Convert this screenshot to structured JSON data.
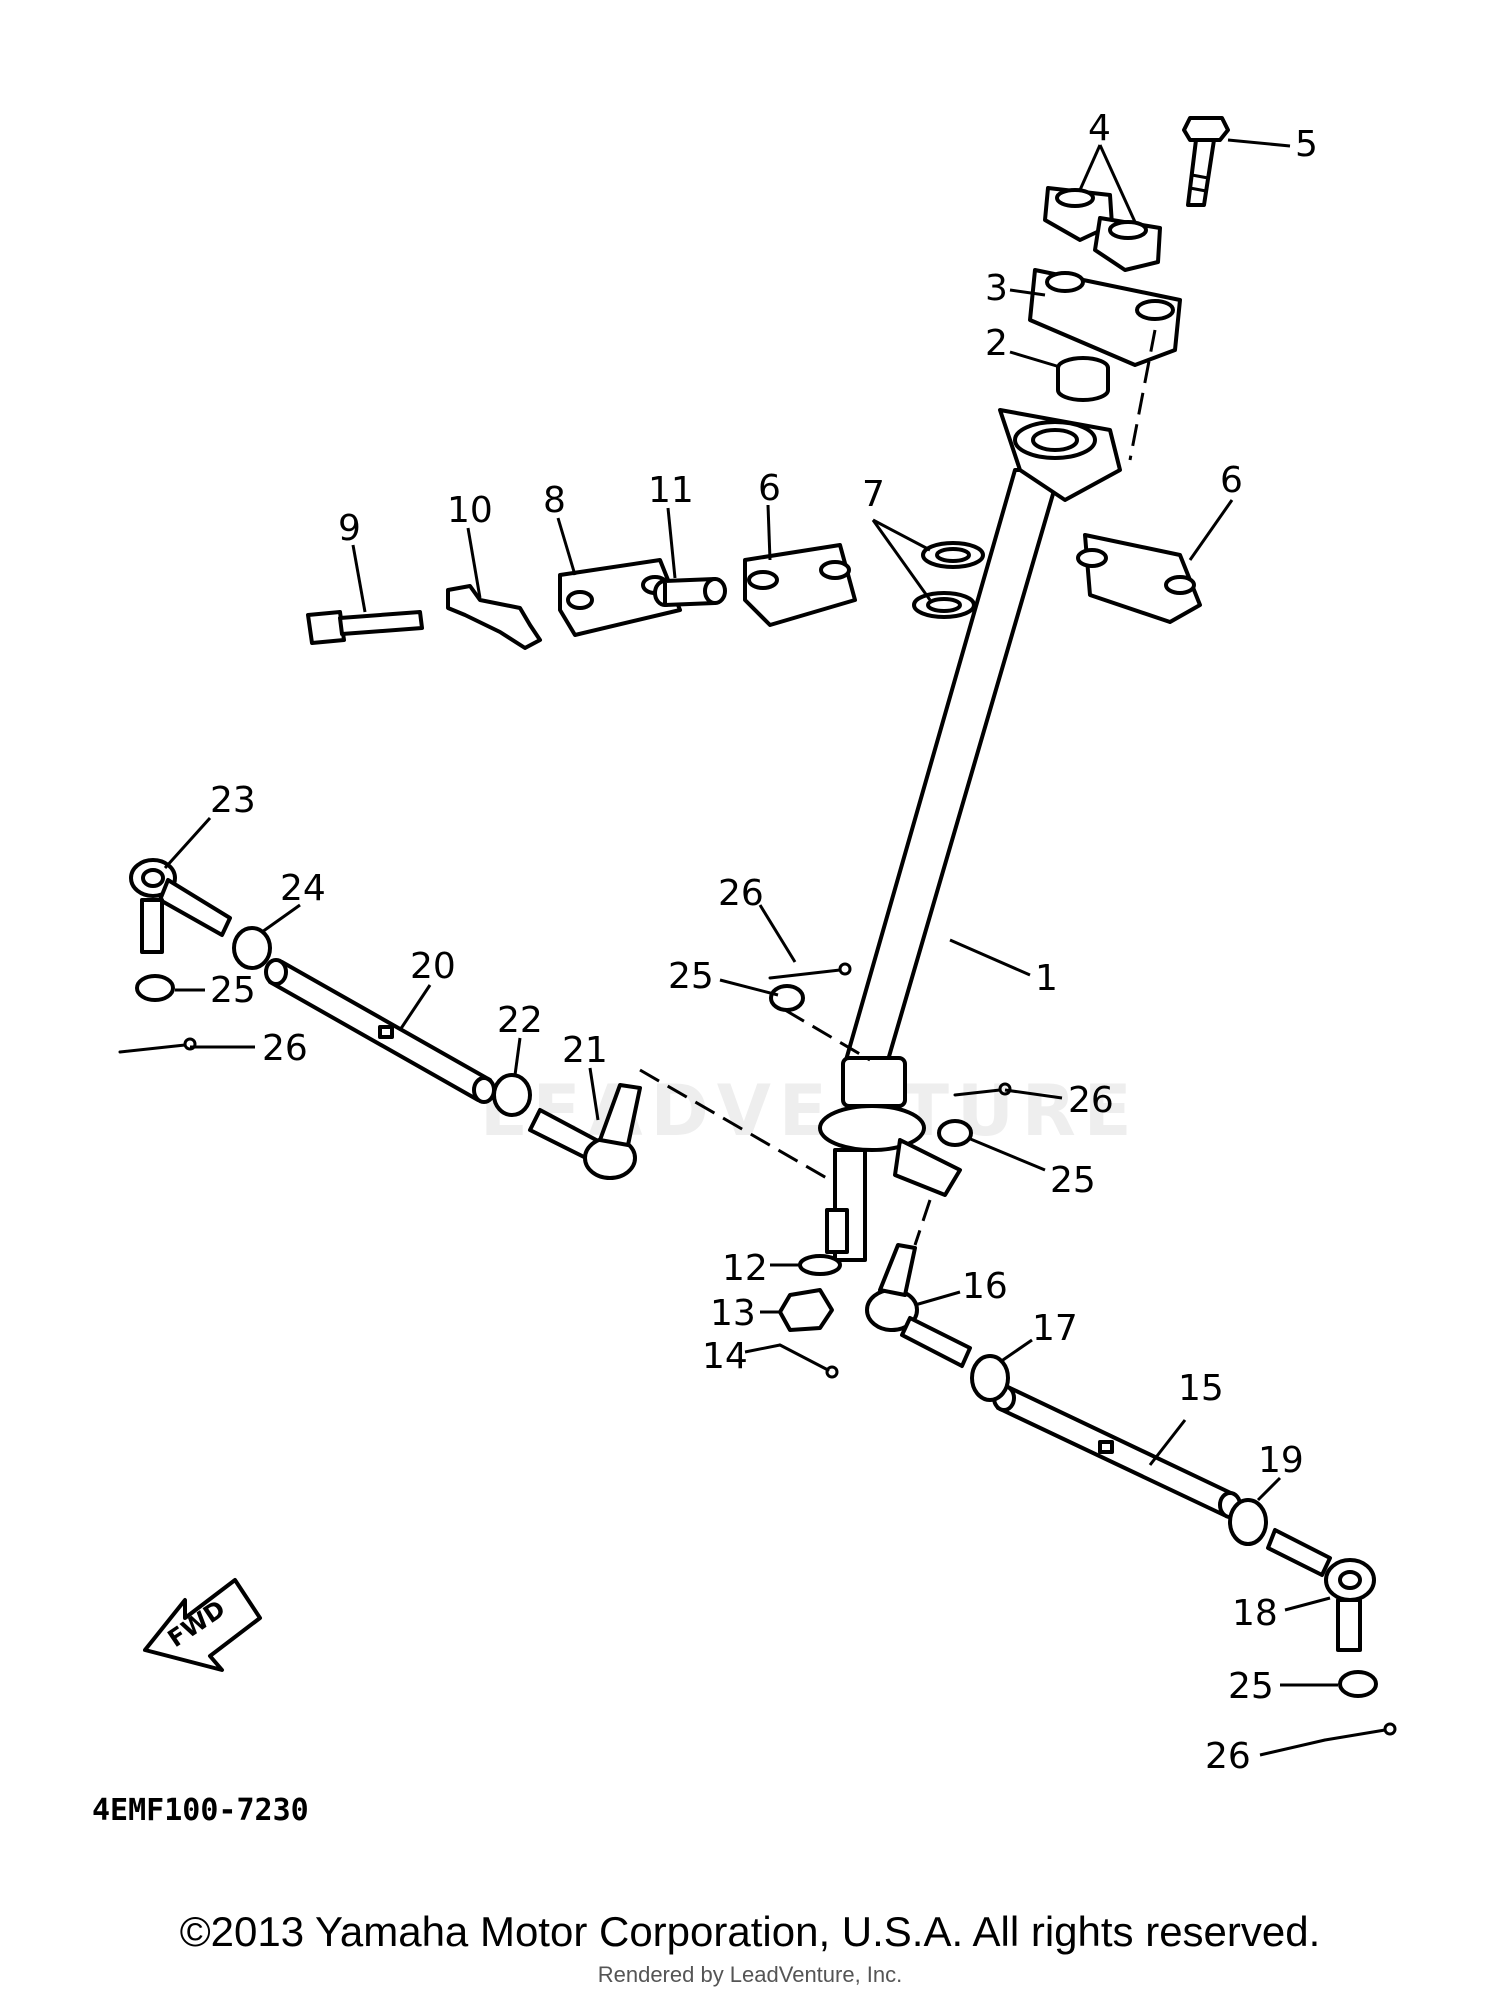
{
  "diagram": {
    "watermark": "LEADVENTURE",
    "part_code": "4EMF100-7230",
    "fwd_label": "FWD",
    "callouts": [
      "1",
      "2",
      "3",
      "4",
      "5",
      "6",
      "6",
      "7",
      "8",
      "9",
      "10",
      "11",
      "12",
      "13",
      "14",
      "15",
      "16",
      "17",
      "18",
      "19",
      "20",
      "21",
      "22",
      "23",
      "24",
      "25",
      "25",
      "25",
      "25",
      "26",
      "26",
      "26",
      "26"
    ]
  },
  "footer": {
    "copyright": "©2013 Yamaha Motor Corporation, U.S.A. All rights reserved.",
    "rendered_by": "Rendered by LeadVenture, Inc."
  }
}
